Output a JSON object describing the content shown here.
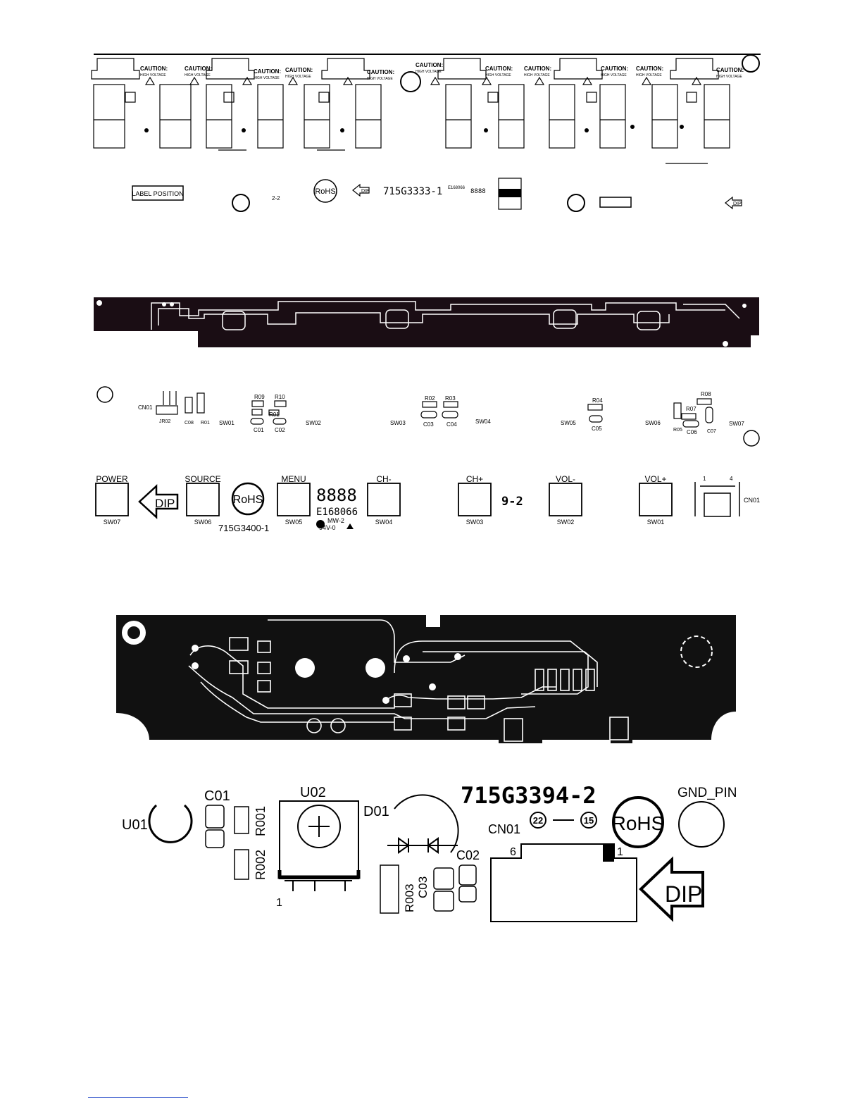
{
  "board1": {
    "part_number": "715G3333-1",
    "caution": "CAUTION:",
    "high_voltage": "HIGH VOLTAGE",
    "label_position": "LABEL POSITION",
    "rohs": "RoHS",
    "dip": "DIP",
    "revision": "2-2",
    "ul": "E168066",
    "date_code": "8888"
  },
  "board2": {
    "part_number": "715G3400-1",
    "revision": "9-2",
    "ul": "E168066",
    "date_code": "8888",
    "material": "MW-2",
    "rating": "94V-0",
    "rohs": "RoHS",
    "dip": "DIP",
    "connector": "CN01",
    "connector_label": "CN01",
    "pin1": "1",
    "pin4": "4",
    "buttons": [
      {
        "label": "POWER",
        "ref": "SW07"
      },
      {
        "label": "SOURCE",
        "ref": "SW06"
      },
      {
        "label": "MENU",
        "ref": "SW05"
      },
      {
        "label": "CH-",
        "ref": "SW04"
      },
      {
        "label": "CH+",
        "ref": "SW03"
      },
      {
        "label": "VOL-",
        "ref": "SW02"
      },
      {
        "label": "VOL+",
        "ref": "SW01"
      }
    ],
    "top_components": {
      "jr02": "JR02",
      "c08": "C08",
      "r01_side": "R01",
      "sw01": "SW01",
      "sw02": "SW02",
      "sw03": "SW03",
      "sw04": "SW04",
      "sw05": "SW05",
      "sw06": "SW06",
      "sw07": "SW07",
      "r09": "R09",
      "r10": "R10",
      "r01": "R01",
      "c01": "C01",
      "c02": "C02",
      "r02": "R02",
      "r03": "R03",
      "c03": "C03",
      "c04": "C04",
      "r04": "R04",
      "c05": "C05",
      "r08": "R08",
      "r07": "R07",
      "r05": "R05",
      "c06": "C06",
      "c07": "C07"
    }
  },
  "board3": {
    "part_number": "715G3394-2",
    "u01": "U01",
    "u02": "U02",
    "c01": "C01",
    "r001": "R001",
    "r002": "R002",
    "d01": "D01",
    "c02": "C02",
    "c03": "C03",
    "r003": "R003",
    "cn01": "CN01",
    "gnd_pin": "GND_PIN",
    "rohs": "RoHS",
    "dip": "DIP",
    "pin1_u02": "1",
    "pin6": "6",
    "pin1": "1",
    "circle_a": "22",
    "circle_b": "15"
  }
}
